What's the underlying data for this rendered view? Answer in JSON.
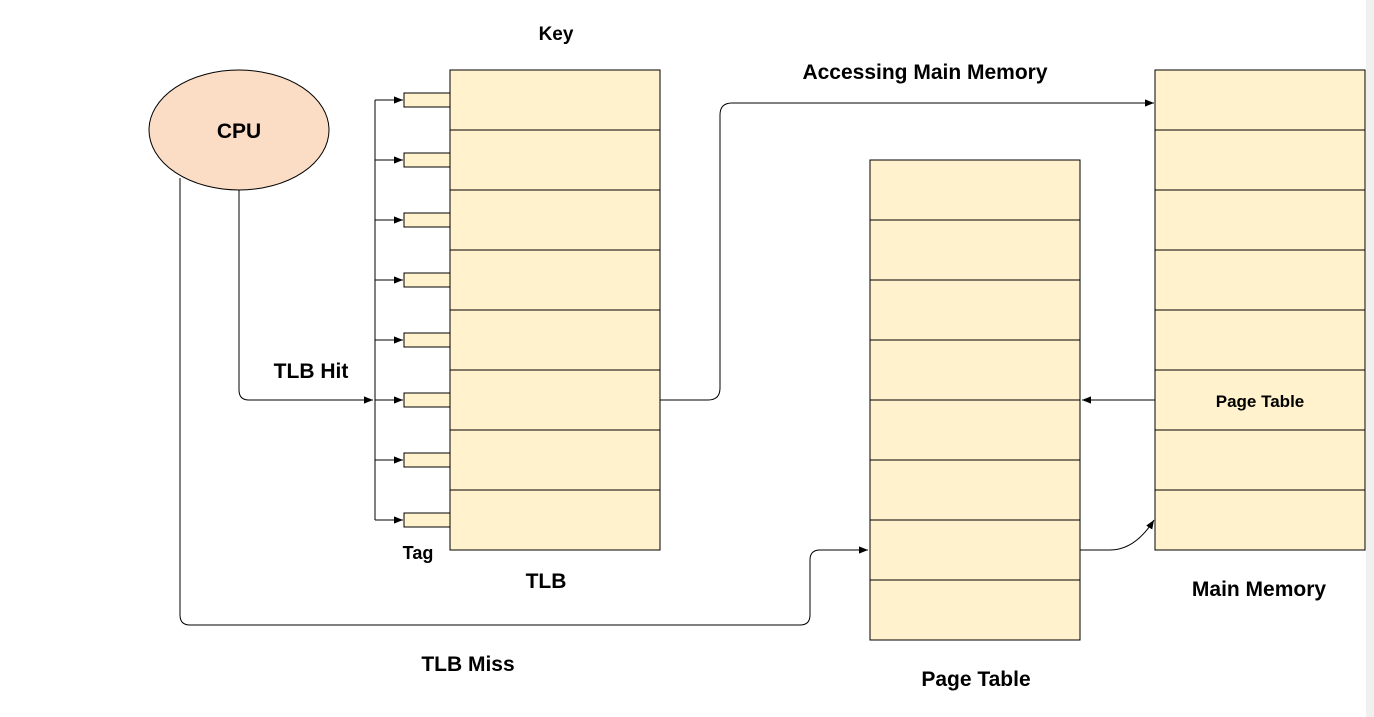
{
  "cpu": {
    "label": "CPU",
    "fill": "#fbdcc4"
  },
  "tlb": {
    "title": "TLB",
    "key_label": "Key",
    "tag_label": "Tag",
    "rows": 8,
    "fill": "#fff2cc"
  },
  "arrows": {
    "hit": "TLB Hit",
    "miss": "TLB Miss",
    "access": "Accessing Main Memory"
  },
  "page_table": {
    "title": "Page Table",
    "rows": 8,
    "fill": "#fff2cc"
  },
  "main_memory": {
    "title": "Main Memory",
    "rows": 8,
    "highlight_row_label": "Page Table",
    "fill": "#fff2cc"
  }
}
